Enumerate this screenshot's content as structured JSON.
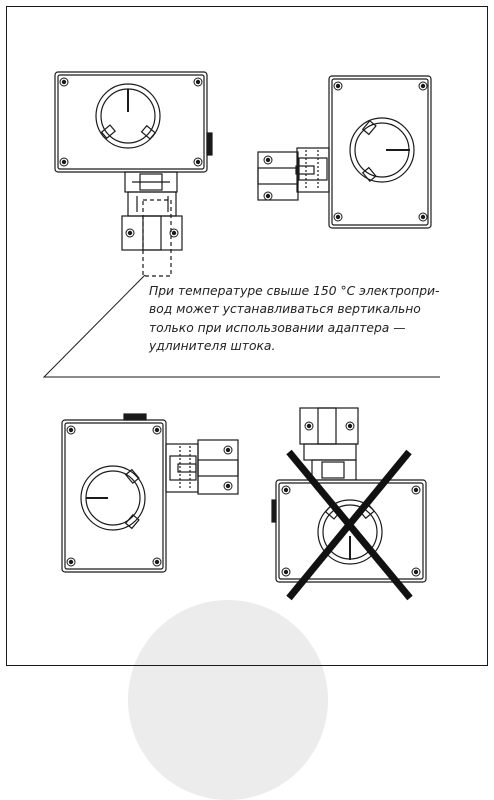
{
  "note": {
    "lines": [
      "При температуре свыше 150 °С электропри-",
      "вод может устанавливаться вертикально",
      "только при использовании адаптера —",
      "удлинителя штока."
    ]
  },
  "diagrams": [
    {
      "id": "vertical-up",
      "status": "allowed"
    },
    {
      "id": "horizontal-right",
      "status": "allowed"
    },
    {
      "id": "horizontal-left",
      "status": "allowed"
    },
    {
      "id": "vertical-down",
      "status": "not allowed"
    }
  ],
  "colors": {
    "line": "#1a1a1a",
    "cross": "#111111",
    "watermark": "#ececec"
  }
}
